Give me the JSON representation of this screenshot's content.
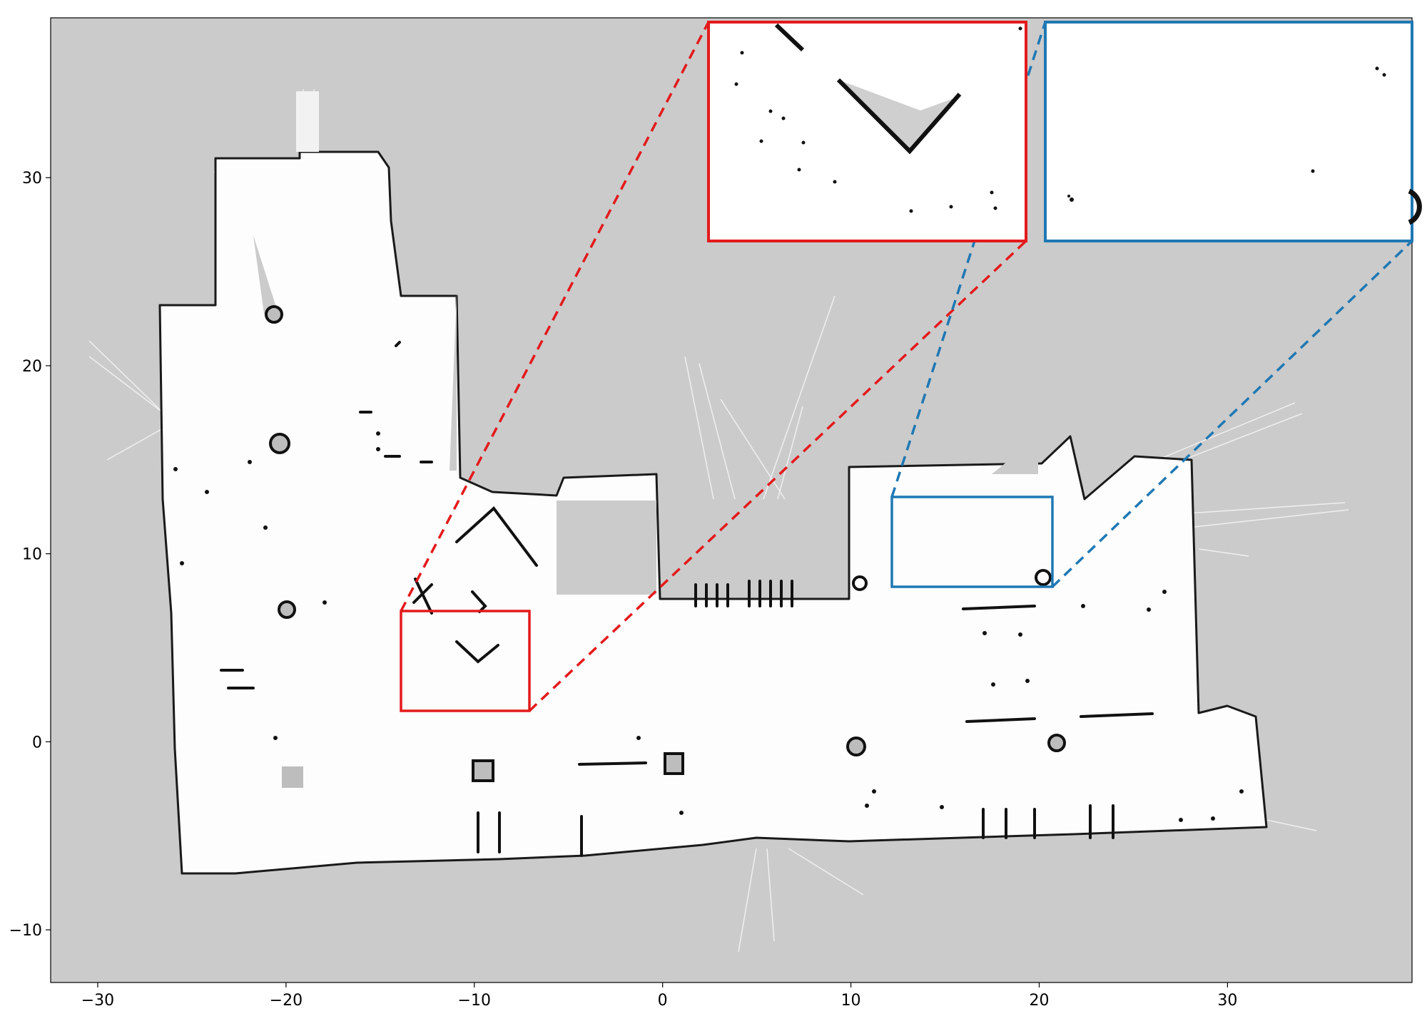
{
  "map": {
    "x_range": [
      -32.5,
      39.8
    ],
    "y_range": [
      -12.8,
      38.5
    ],
    "background_color": "#cbcbcb",
    "free_space_color": "#fdfdfd",
    "obstacle_color": "#111111",
    "unknown_color": "#c8c8c8"
  },
  "axes": {
    "x_ticks": [
      {
        "value": -30,
        "label": "−30"
      },
      {
        "value": -20,
        "label": "−20"
      },
      {
        "value": -10,
        "label": "−10"
      },
      {
        "value": 0,
        "label": "0"
      },
      {
        "value": 10,
        "label": "10"
      },
      {
        "value": 20,
        "label": "20"
      },
      {
        "value": 30,
        "label": "30"
      }
    ],
    "y_ticks": [
      {
        "value": 30,
        "label": "30"
      },
      {
        "value": 20,
        "label": "20"
      },
      {
        "value": 10,
        "label": "10"
      },
      {
        "value": 0,
        "label": "0"
      },
      {
        "value": -10,
        "label": "−10"
      }
    ]
  },
  "regions": [
    {
      "name": "red-zoom-region",
      "color": "#e31a1c",
      "x_range": [
        -14.2,
        -7.3
      ],
      "y_range": [
        1.7,
        7.0
      ]
    },
    {
      "name": "blue-zoom-region",
      "color": "#1f78b4",
      "x_range": [
        11.9,
        20.5
      ],
      "y_range": [
        8.3,
        13.1
      ]
    }
  ]
}
